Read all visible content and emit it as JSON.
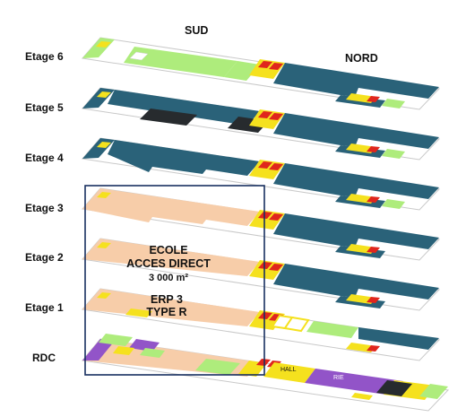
{
  "headings": {
    "south": "SUD",
    "north": "NORD"
  },
  "floors": [
    {
      "id": "etage-6",
      "label": "Etage 6"
    },
    {
      "id": "etage-5",
      "label": "Etage 5"
    },
    {
      "id": "etage-4",
      "label": "Etage 4"
    },
    {
      "id": "etage-3",
      "label": "Etage 3"
    },
    {
      "id": "etage-2",
      "label": "Etage 2"
    },
    {
      "id": "etage-1",
      "label": "Etage 1"
    },
    {
      "id": "rdc",
      "label": "RDC"
    }
  ],
  "school_zone": {
    "line1": "ECOLE",
    "line2": "ACCES DIRECT",
    "line3": "3 000 m²"
  },
  "erp_zone": {
    "line1": "ERP 3",
    "line2": "TYPE R"
  },
  "ground_tags": {
    "hall": "HALL",
    "rie": "RIE"
  },
  "colors": {
    "office_teal": "#2a6279",
    "school_peach": "#f7cda9",
    "green": "#aeec7c",
    "yellow": "#f5e11e",
    "red": "#e0261d",
    "purple": "#9254c8",
    "dark": "#272b2e",
    "outline": "#183060"
  }
}
